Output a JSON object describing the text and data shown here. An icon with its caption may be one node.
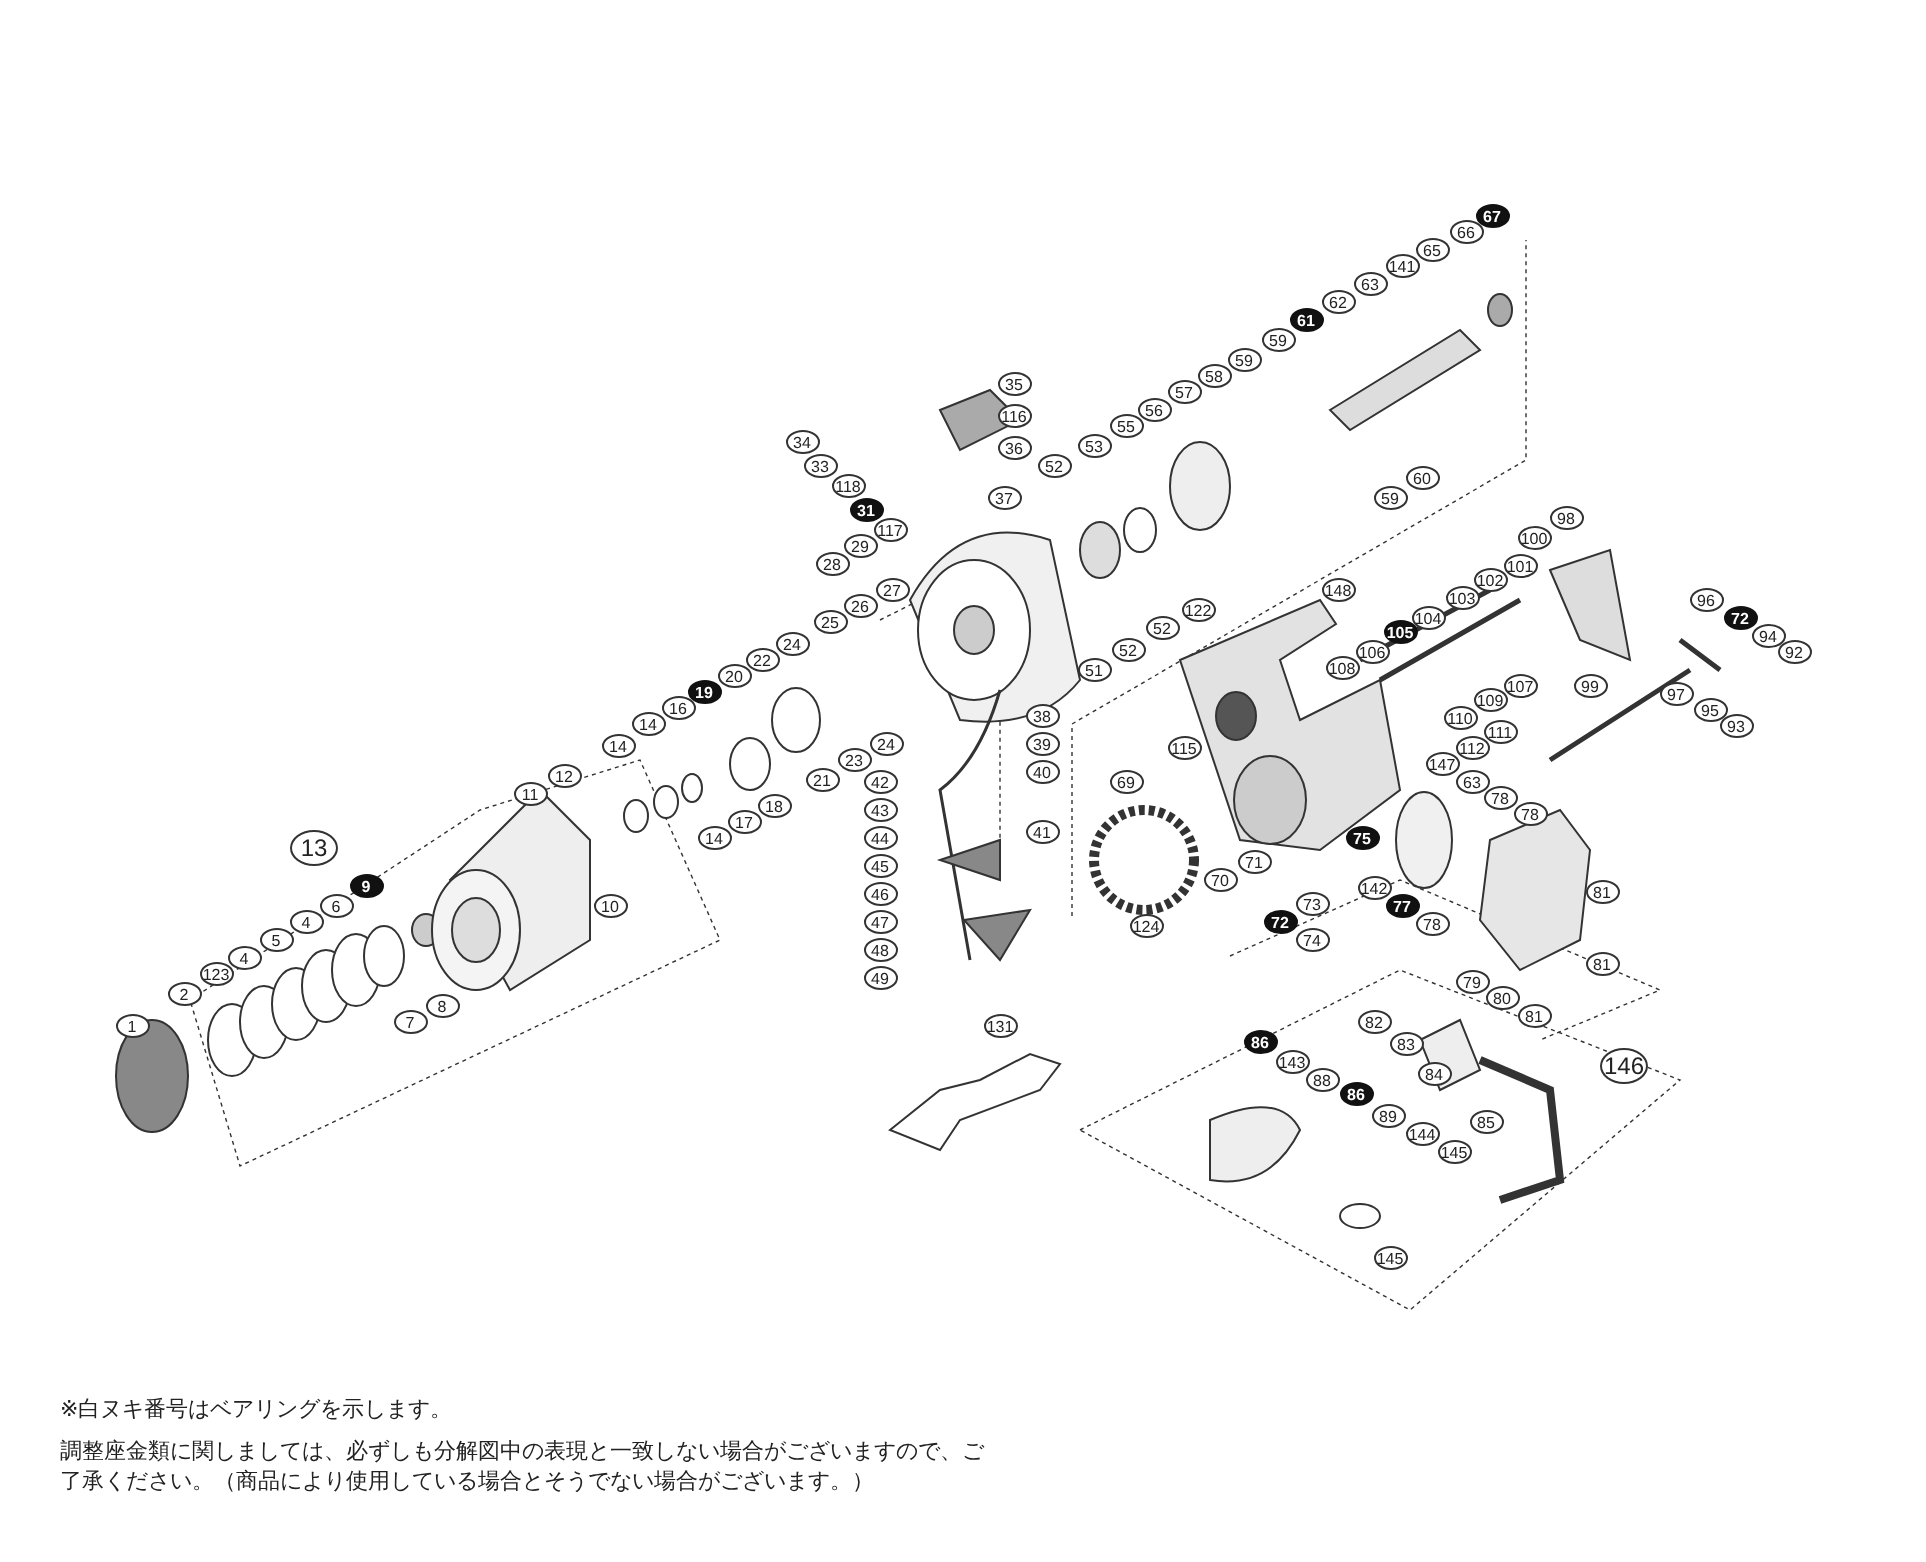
{
  "diagram": {
    "labels": [
      "67",
      "66",
      "65",
      "141",
      "63",
      "62",
      "61",
      "59",
      "59",
      "58",
      "57",
      "56",
      "55",
      "53",
      "52",
      "60",
      "59",
      "35",
      "116",
      "36",
      "34",
      "33",
      "118",
      "31",
      "117",
      "37",
      "29",
      "28",
      "27",
      "26",
      "25",
      "122",
      "52",
      "52",
      "51",
      "148",
      "24",
      "22",
      "20",
      "19",
      "16",
      "14",
      "14",
      "24",
      "23",
      "21",
      "18",
      "17",
      "14",
      "38",
      "39",
      "40",
      "41",
      "42",
      "43",
      "44",
      "45",
      "46",
      "47",
      "48",
      "49",
      "12",
      "11",
      "10",
      "13",
      "9",
      "6",
      "4",
      "5",
      "4",
      "123",
      "2",
      "1",
      "7",
      "8",
      "131",
      "98",
      "100",
      "101",
      "102",
      "103",
      "104",
      "105",
      "106",
      "108",
      "107",
      "109",
      "110",
      "111",
      "112",
      "147",
      "115",
      "96",
      "72",
      "94",
      "92",
      "97",
      "95",
      "93",
      "99",
      "69",
      "63",
      "78",
      "78",
      "75",
      "71",
      "70",
      "142",
      "77",
      "78",
      "81",
      "73",
      "72",
      "74",
      "124",
      "81",
      "79",
      "80",
      "81",
      "82",
      "83",
      "84",
      "146",
      "86",
      "143",
      "88",
      "86",
      "89",
      "144",
      "145",
      "85",
      "145",
      "※白ヌキ番号はベアリングを示します。",
      "調整座金類に関しましては、必ずしも分解図中の表現と一致しない場合がございますので、ご了承ください。（商品により使用している場合とそうでない場合がございます。）"
    ]
  }
}
